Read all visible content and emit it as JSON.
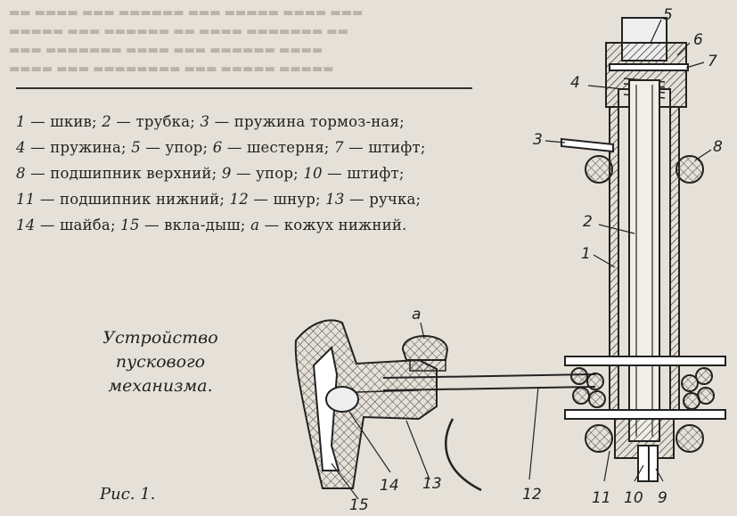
{
  "legend": [
    {
      "num": "1",
      "text": "шкив;"
    },
    {
      "num": "2",
      "text": "трубка;"
    },
    {
      "num": "3",
      "text": "пружина тормоз-ная;"
    },
    {
      "num": "4",
      "text": "пружина;"
    },
    {
      "num": "5",
      "text": "упор;"
    },
    {
      "num": "6",
      "text": "шестерня;"
    },
    {
      "num": "7",
      "text": "штифт;"
    },
    {
      "num": "8",
      "text": "подшипник верхний;"
    },
    {
      "num": "9",
      "text": "упор;"
    },
    {
      "num": "10",
      "text": "штифт;"
    },
    {
      "num": "11",
      "text": "подшипник нижний;"
    },
    {
      "num": "12",
      "text": "шнур;"
    },
    {
      "num": "13",
      "text": "ручка;"
    },
    {
      "num": "14",
      "text": "шайба;"
    },
    {
      "num": "15",
      "text": "вкла-дыш;"
    },
    {
      "num": "а",
      "text": "кожух нижний."
    }
  ],
  "caption": {
    "line1": "Устройство",
    "line2": "пускового",
    "line3": "механизма."
  },
  "figure_label": "Рис. 1.",
  "callouts": {
    "c1": "1",
    "c2": "2",
    "c3": "3",
    "c4": "4",
    "c5": "5",
    "c6": "6",
    "c7": "7",
    "c8": "8",
    "c9": "9",
    "c10": "10",
    "c11": "11",
    "c12": "12",
    "c13": "13",
    "c14": "14",
    "c15": "15",
    "ca": "а"
  }
}
